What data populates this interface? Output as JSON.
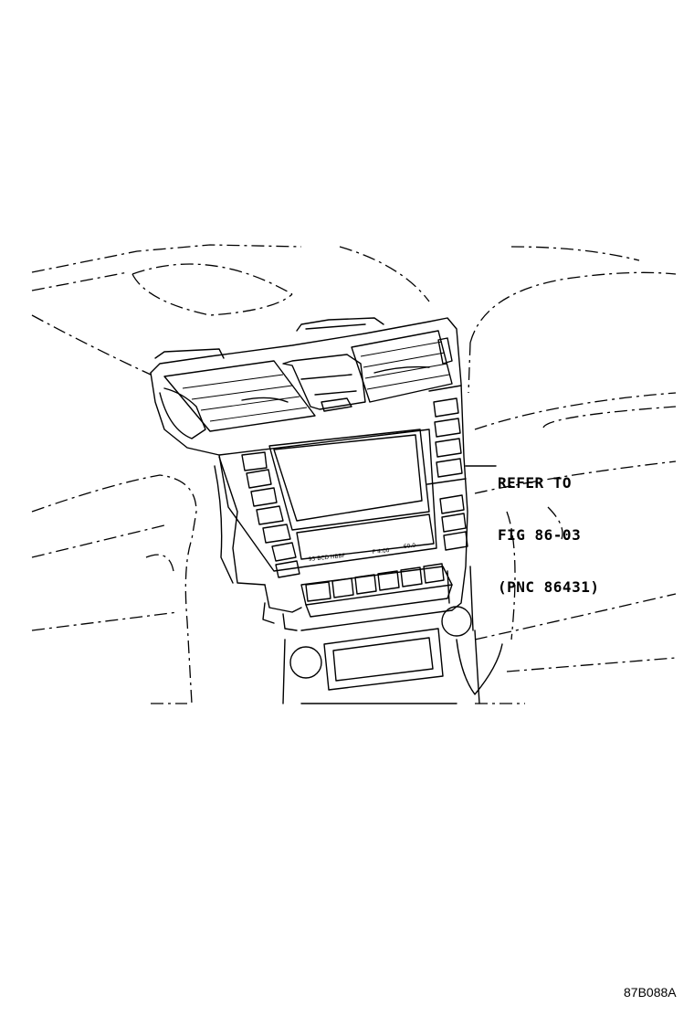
{
  "callout": {
    "line1": "REFER TO",
    "line2": "FIG 86-03",
    "line3": "(PNC 86431)"
  },
  "figure_code": "87B088A",
  "icons": {
    "part": "center-console-panel-drawing"
  }
}
